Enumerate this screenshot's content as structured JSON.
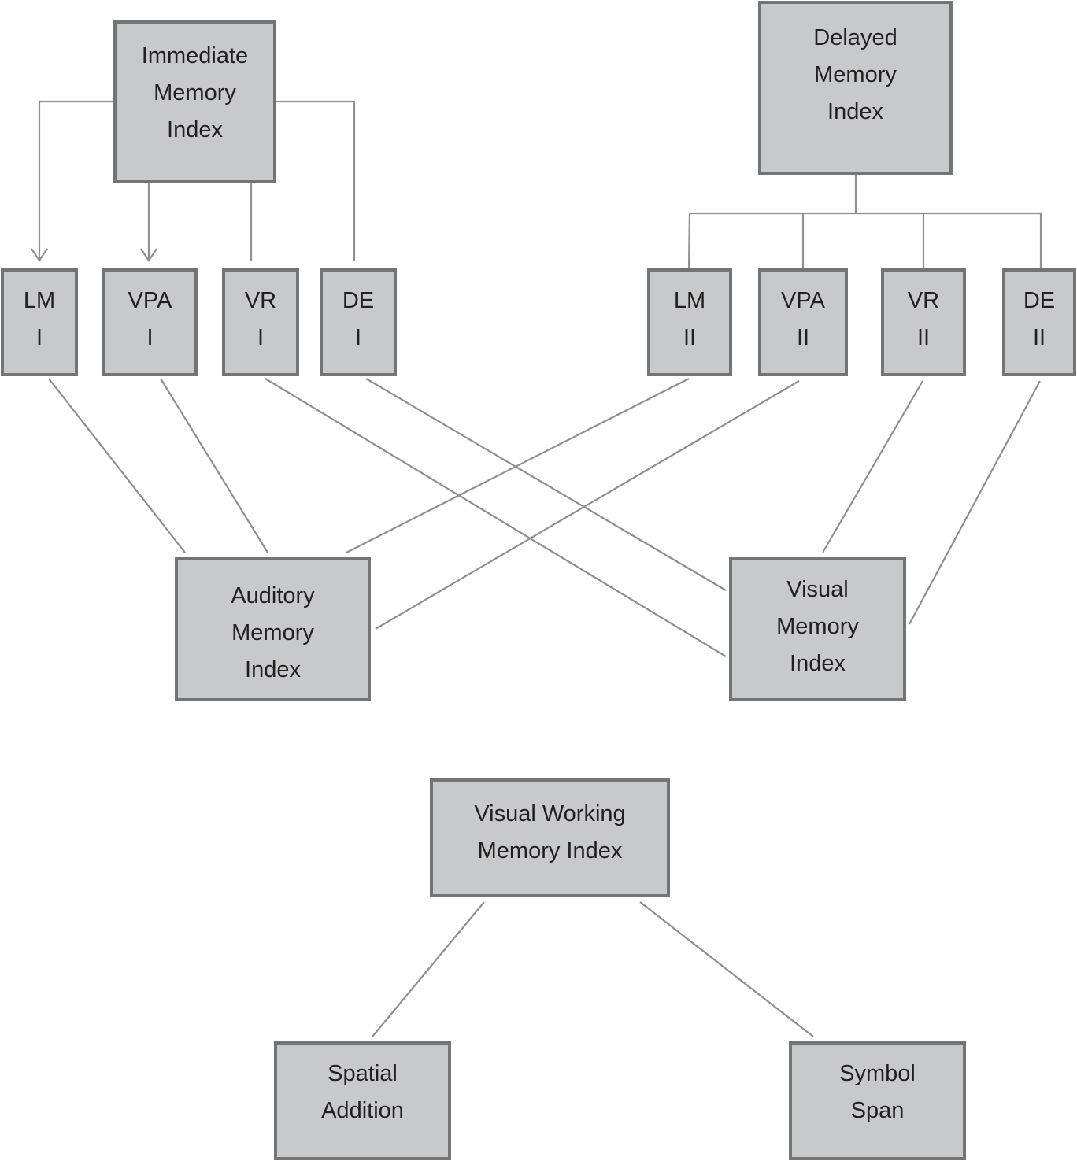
{
  "diagram": {
    "nodes": [
      {
        "id": "immediate",
        "lines": [
          "Immediate",
          "Memory",
          "Index"
        ]
      },
      {
        "id": "delayed",
        "lines": [
          "Delayed",
          "Memory",
          "Index"
        ]
      },
      {
        "id": "lm1",
        "lines": [
          "LM",
          "I"
        ]
      },
      {
        "id": "vpa1",
        "lines": [
          "VPA",
          "I"
        ]
      },
      {
        "id": "vr1",
        "lines": [
          "VR",
          "I"
        ]
      },
      {
        "id": "de1",
        "lines": [
          "DE",
          "I"
        ]
      },
      {
        "id": "lm2",
        "lines": [
          "LM",
          "II"
        ]
      },
      {
        "id": "vpa2",
        "lines": [
          "VPA",
          "II"
        ]
      },
      {
        "id": "vr2",
        "lines": [
          "VR",
          "II"
        ]
      },
      {
        "id": "de2",
        "lines": [
          "DE",
          "II"
        ]
      },
      {
        "id": "auditory",
        "lines": [
          "Auditory",
          "Memory",
          "Index"
        ]
      },
      {
        "id": "visual",
        "lines": [
          "Visual",
          "Memory",
          "Index"
        ]
      },
      {
        "id": "vwm",
        "lines": [
          "Visual Working",
          "Memory Index"
        ]
      },
      {
        "id": "spatial",
        "lines": [
          "Spatial",
          "Addition"
        ]
      },
      {
        "id": "symbol",
        "lines": [
          "Symbol",
          "Span"
        ]
      }
    ],
    "edges": [
      {
        "from": "immediate",
        "to": "lm1",
        "style": "arrow"
      },
      {
        "from": "immediate",
        "to": "vpa1",
        "style": "arrow"
      },
      {
        "from": "immediate",
        "to": "vr1",
        "style": "line"
      },
      {
        "from": "immediate",
        "to": "de1",
        "style": "line"
      },
      {
        "from": "delayed",
        "to": "lm2",
        "style": "line"
      },
      {
        "from": "delayed",
        "to": "vpa2",
        "style": "line"
      },
      {
        "from": "delayed",
        "to": "vr2",
        "style": "line"
      },
      {
        "from": "delayed",
        "to": "de2",
        "style": "line"
      },
      {
        "from": "lm1",
        "to": "auditory",
        "style": "line"
      },
      {
        "from": "vpa1",
        "to": "auditory",
        "style": "line"
      },
      {
        "from": "lm2",
        "to": "auditory",
        "style": "line"
      },
      {
        "from": "vpa2",
        "to": "auditory",
        "style": "line"
      },
      {
        "from": "vr1",
        "to": "visual",
        "style": "line"
      },
      {
        "from": "de1",
        "to": "visual",
        "style": "line"
      },
      {
        "from": "vr2",
        "to": "visual",
        "style": "line"
      },
      {
        "from": "de2",
        "to": "visual",
        "style": "line"
      },
      {
        "from": "vwm",
        "to": "spatial",
        "style": "line"
      },
      {
        "from": "vwm",
        "to": "symbol",
        "style": "line"
      }
    ]
  }
}
